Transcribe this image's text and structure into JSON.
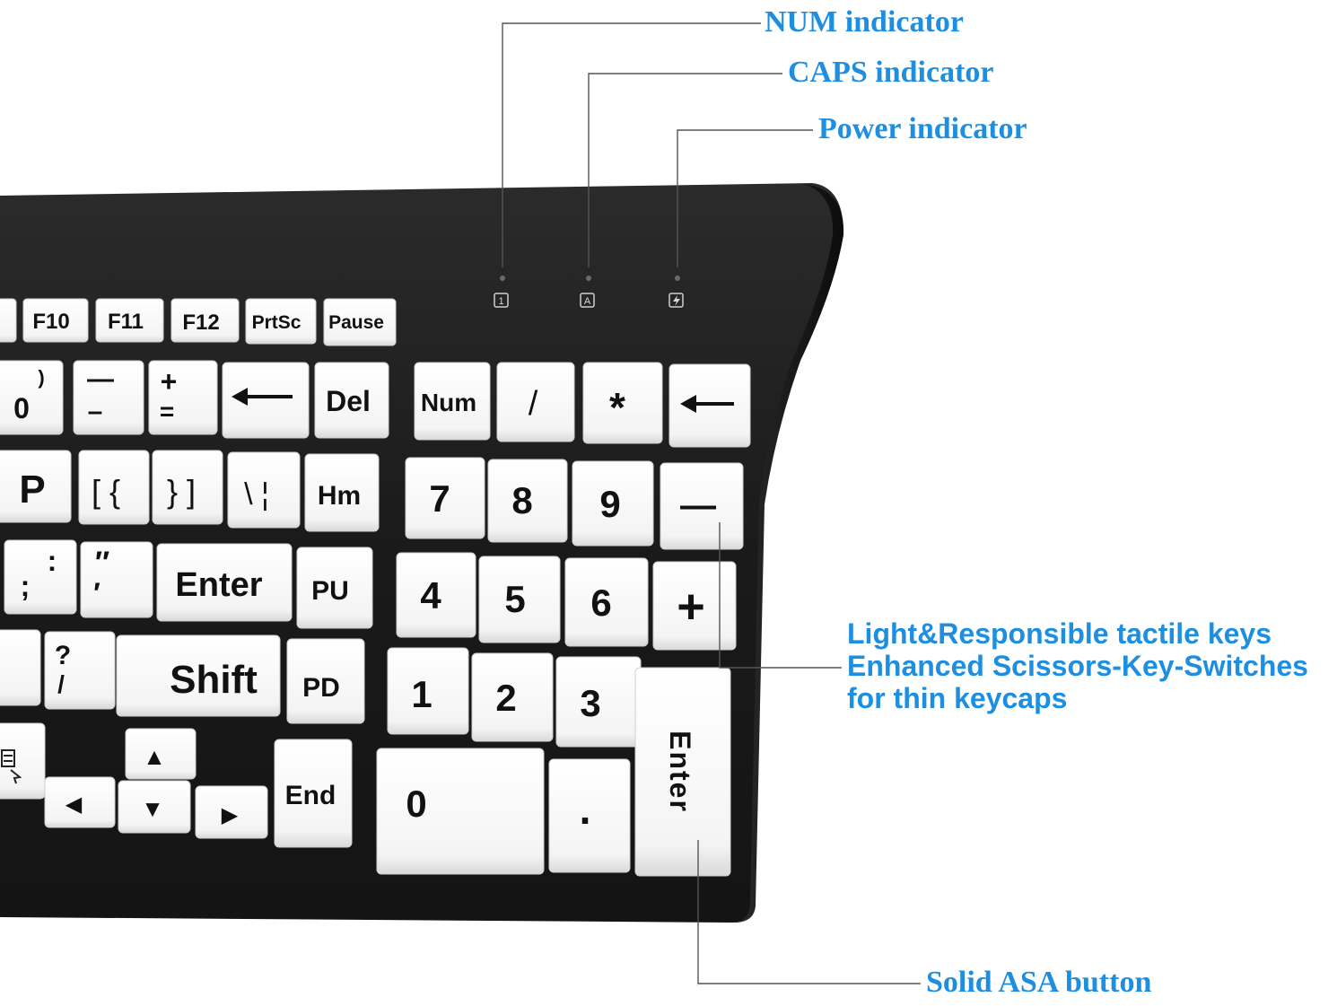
{
  "callouts": {
    "num": "NUM indicator",
    "caps": "CAPS indicator",
    "power": "Power indicator",
    "tactile_line1": "Light&Responsible tactile keys",
    "tactile_line2": "Enhanced Scissors-Key-Switches",
    "tactile_line3": "for thin keycaps",
    "asa": "Solid ASA button"
  },
  "indicator_icons": [
    "1",
    "A",
    "lightning-icon"
  ],
  "colors": {
    "callout_text": "#1e8fe0",
    "leader_line": "#555555",
    "keyboard_body": "#1c1c1c",
    "keycap": "#ffffff",
    "key_legend": "#111111"
  },
  "keys": {
    "f10": "F10",
    "f11": "F11",
    "f12": "F12",
    "prtsc": "PrtSc",
    "pause": "Pause",
    "zero_top": ")",
    "zero_bottom": "0",
    "minus_top": "—",
    "minus_bottom": "–",
    "equals_top": "+",
    "equals_bottom": "=",
    "del": "Del",
    "p": "P",
    "bracket_left": "[ {",
    "bracket_right": "} ]",
    "backslash": "\\ ¦",
    "hm": "Hm",
    "semicolon_top": ":",
    "semicolon_bottom": ";",
    "quote_top": "″",
    "quote_bottom": "′",
    "enter": "Enter",
    "pu": "PU",
    "slash_top": "?",
    "slash_bottom": "/",
    "shift": "Shift",
    "pd": "PD",
    "end": "End",
    "arrow_up": "▲",
    "arrow_down": "▼",
    "arrow_left": "◀",
    "arrow_right": "▶",
    "num": "Num",
    "np_divide": "/",
    "np_multiply": "*",
    "np_7": "7",
    "np_8": "8",
    "np_9": "9",
    "np_minus": "—",
    "np_4": "4",
    "np_5": "5",
    "np_6": "6",
    "np_plus": "+",
    "np_1": "1",
    "np_2": "2",
    "np_3": "3",
    "np_0": "0",
    "np_dot": ".",
    "np_enter": "Enter"
  }
}
